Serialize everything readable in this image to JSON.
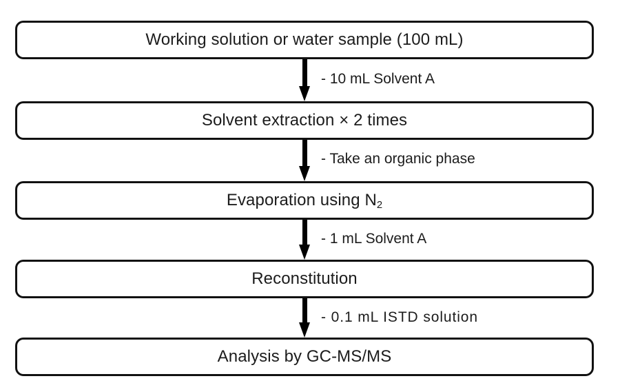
{
  "diagram": {
    "title": "Sample preparation and analysis workflow",
    "type": "flowchart",
    "orientation": "top-to-bottom",
    "colors": {
      "box_border": "#111111",
      "box_fill": "#ffffff",
      "arrow": "#000000",
      "text": "#1c1c1c",
      "background": "#ffffff"
    },
    "nodes": [
      {
        "id": "node-1",
        "label": "Working solution or water sample (100 mL)"
      },
      {
        "id": "node-2",
        "label": "Solvent extraction × 2 times"
      },
      {
        "id": "node-3",
        "label_pre": "Evaporation using N",
        "label_sub": "2",
        "label": "Evaporation using N2"
      },
      {
        "id": "node-4",
        "label": "Reconstitution"
      },
      {
        "id": "node-5",
        "label": "Analysis by GC-MS/MS"
      }
    ],
    "edges": [
      {
        "id": "edge-1",
        "from": "node-1",
        "to": "node-2",
        "label": "- 10 mL Solvent A"
      },
      {
        "id": "edge-2",
        "from": "node-2",
        "to": "node-3",
        "label": "- Take an organic phase"
      },
      {
        "id": "edge-3",
        "from": "node-3",
        "to": "node-4",
        "label": "- 1 mL Solvent A"
      },
      {
        "id": "edge-4",
        "from": "node-4",
        "to": "node-5",
        "label": "- 0.1 mL ISTD solution"
      }
    ]
  }
}
